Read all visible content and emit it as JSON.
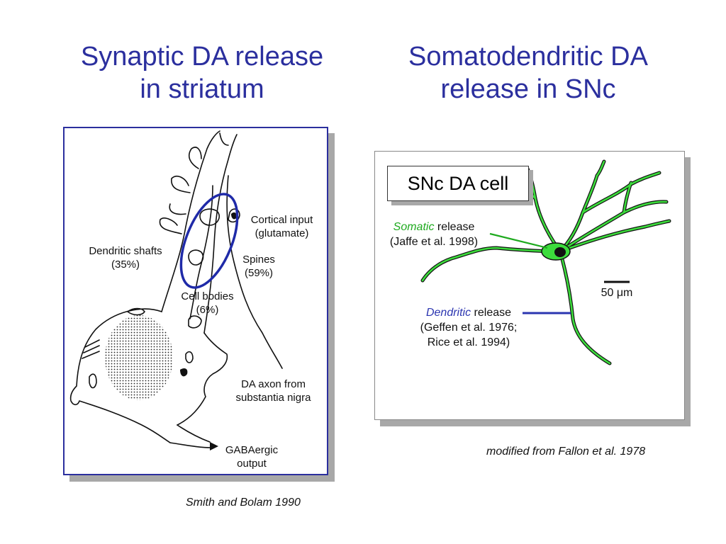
{
  "colors": {
    "title": "#2b2f9e",
    "panel_border": "#2b2f9e",
    "highlight_ellipse": "#1f2aa8",
    "somatic_green": "#1faa1f",
    "dendritic_blue": "#2b35b0",
    "neuron_fill": "#3cdc3c"
  },
  "left": {
    "title_line1": "Synaptic DA release",
    "title_line2": "in striatum",
    "labels": {
      "dendritic_shafts_1": "Dendritic shafts",
      "dendritic_shafts_2": "(35%)",
      "cortical_1": "Cortical input",
      "cortical_2": "(glutamate)",
      "spines_1": "Spines",
      "spines_2": "(59%)",
      "cell_bodies_1": "Cell bodies",
      "cell_bodies_2": "(6%)",
      "da_axon_1": "DA axon from",
      "da_axon_2": "substantia nigra",
      "gaba_1": "GABAergic",
      "gaba_2": "output"
    },
    "caption": "Smith and Bolam 1990"
  },
  "right": {
    "title_line1": "Somatodendritic DA",
    "title_line2": "release in SNc",
    "box_label": "SNc DA cell",
    "somatic_word": "Somatic",
    "somatic_rest": " release",
    "somatic_ref": "(Jaffe et al. 1998)",
    "dendritic_word": "Dendritic",
    "dendritic_rest": " release",
    "dendritic_ref1": "(Geffen et al. 1976;",
    "dendritic_ref2": "Rice et al. 1994)",
    "scale_label": "50 μm",
    "caption": "modified from Fallon et al. 1978"
  }
}
